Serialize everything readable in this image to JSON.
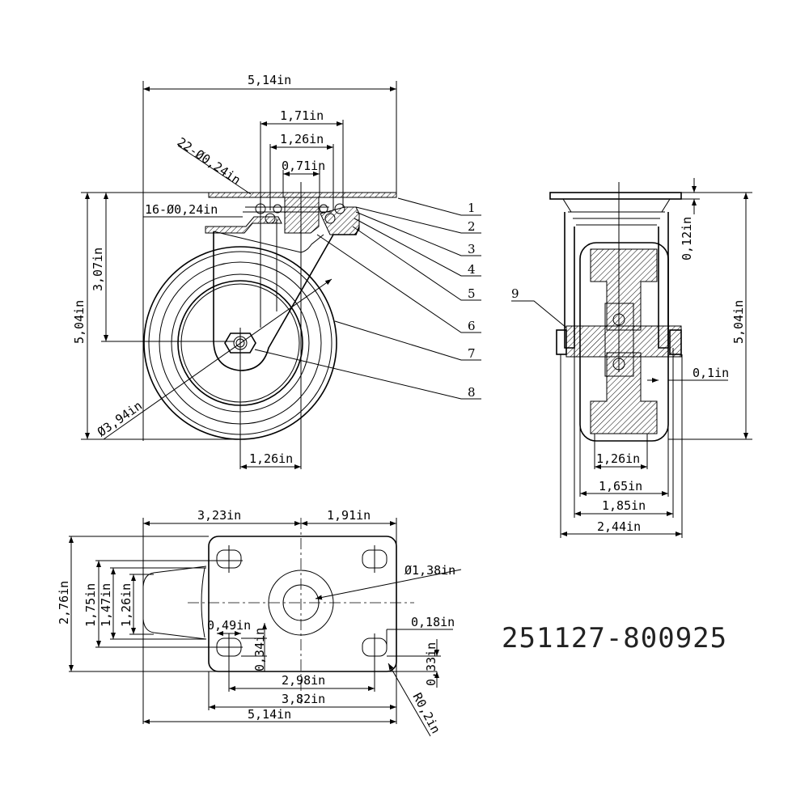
{
  "drawing_id": "251127-800925",
  "front_view": {
    "dims": {
      "overall_width": "5,14in",
      "bearing_outer": "1,71in",
      "bearing_inner": "1,26in",
      "kingpin": "0,71in",
      "balls_upper": "22-Ø0,24in",
      "balls_lower": "16-Ø0,24in",
      "height": "5,04in",
      "axle_height": "3,07in",
      "wheel_diameter": "Ø3,94in",
      "offset": "1,26in"
    },
    "parts": [
      "1",
      "2",
      "3",
      "4",
      "5",
      "6",
      "7",
      "8"
    ]
  },
  "side_view": {
    "dims": {
      "plate_thickness": "0,12in",
      "height": "5,04in",
      "gap": "0,1in",
      "hub_width": "1,26in",
      "wheel_width": "1,65in",
      "fork_inner": "1,85in",
      "overall_width": "2,44in"
    },
    "parts": [
      "9"
    ]
  },
  "top_view": {
    "dims": {
      "left_offset": "3,23in",
      "right_offset": "1,91in",
      "plate_depth": "2,76in",
      "hole_span_y": "1,75in",
      "fork_outer_y": "1,47in",
      "fork_inner_y": "1,26in",
      "slot_length": "0,49in",
      "slot_width": "0,34in",
      "center_diameter": "Ø1,38in",
      "slot_offset": "0,18in",
      "edge_margin": "0,33in",
      "hole_span_x": "2,98in",
      "plate_width": "3,82in",
      "overall_width": "5,14in",
      "corner_radius": "R0,2in"
    }
  }
}
